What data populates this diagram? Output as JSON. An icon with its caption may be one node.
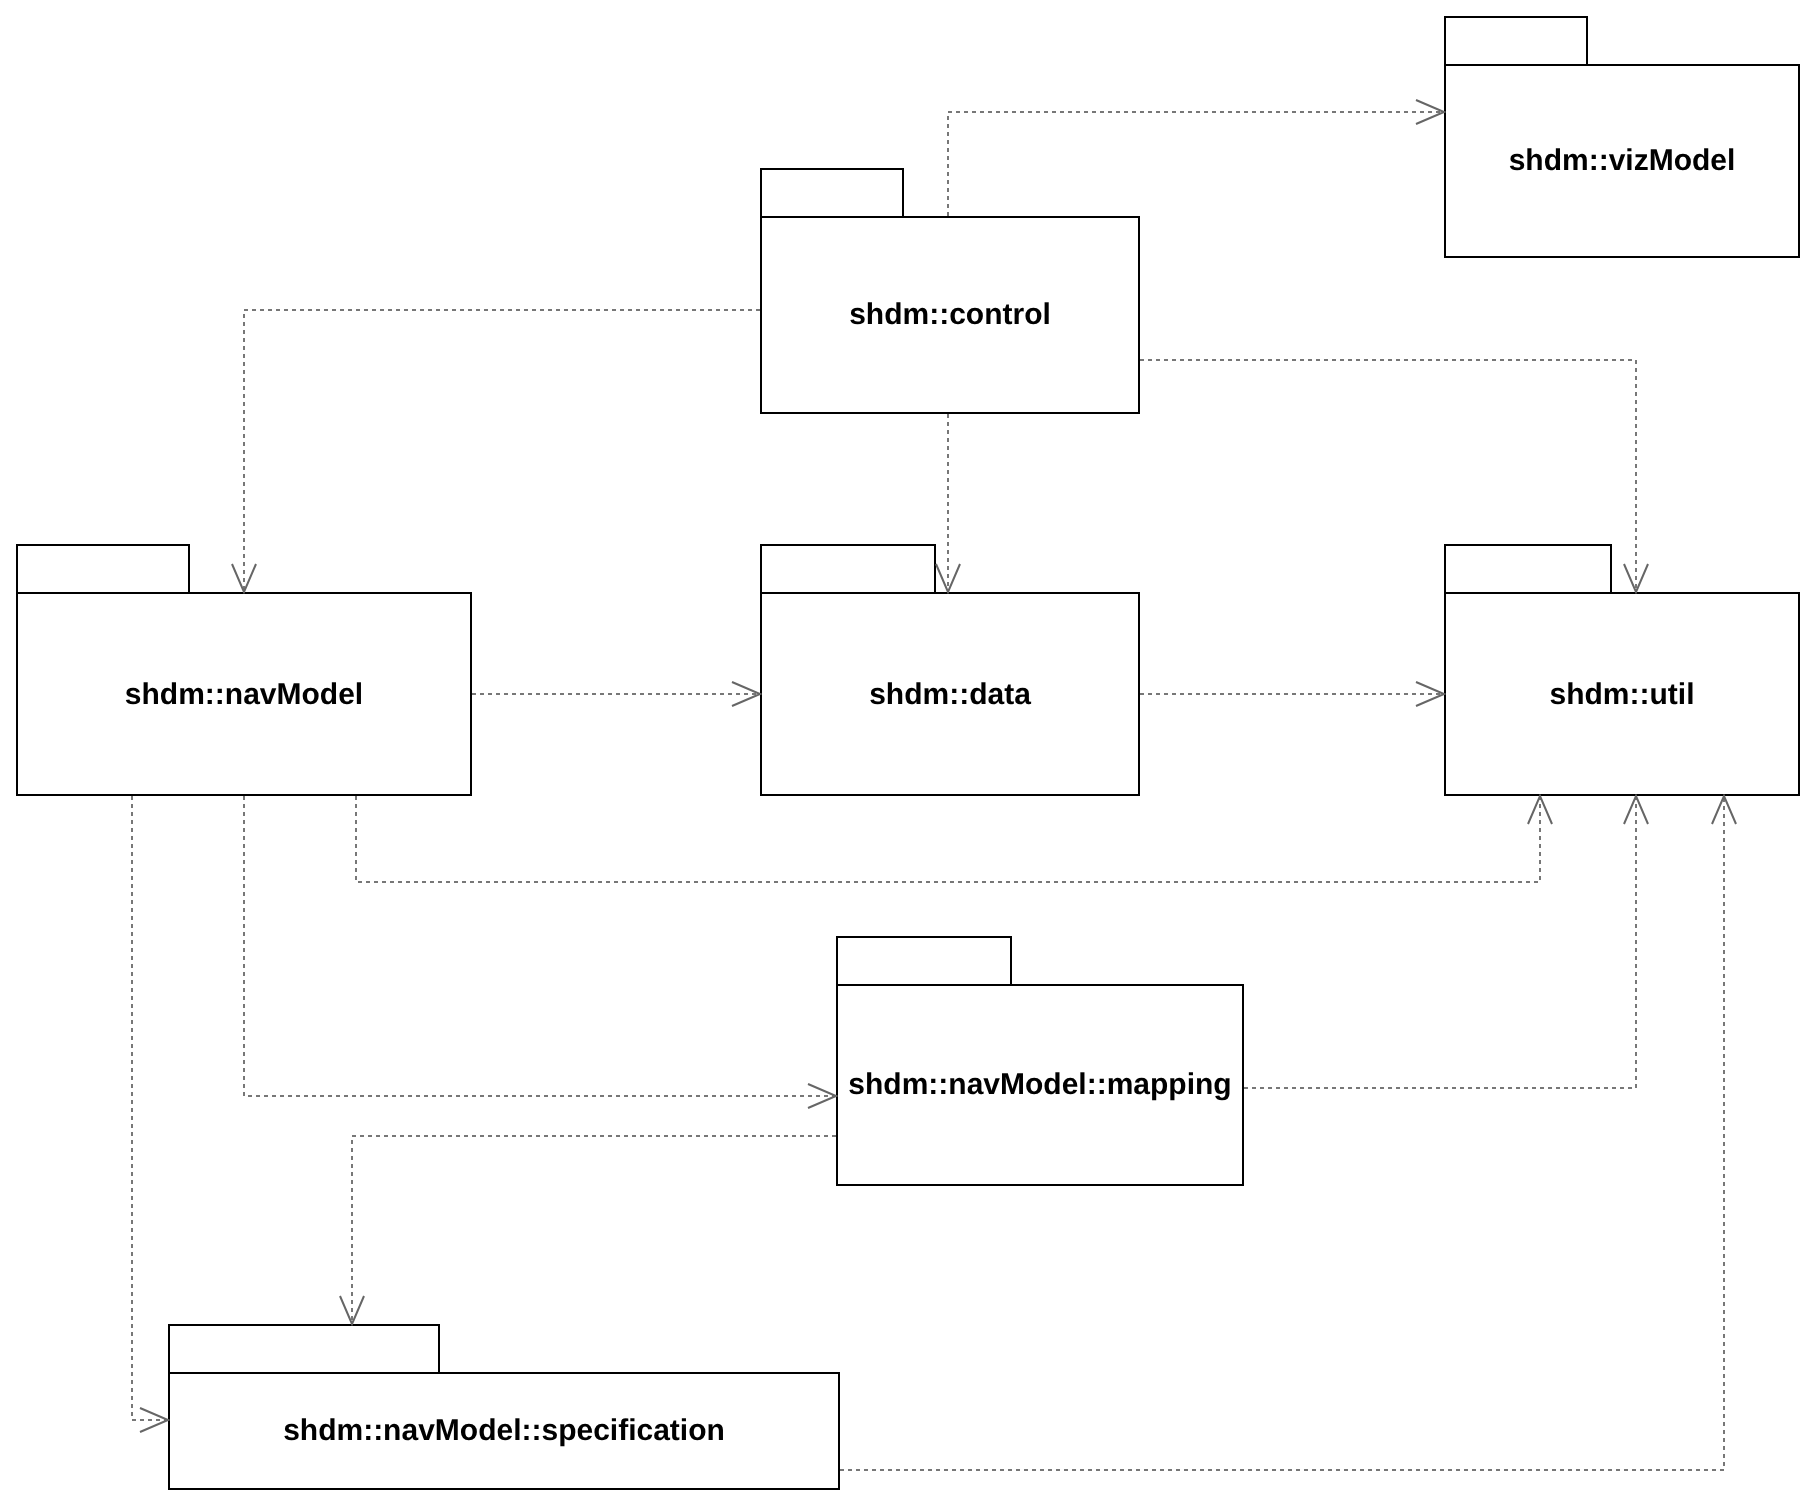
{
  "diagram": {
    "nodes": [
      {
        "text": [
          "shdm::vizModel"
        ]
      },
      {
        "text": [
          "shdm::control"
        ]
      },
      {
        "text": [
          "shdm::navModel"
        ]
      },
      {
        "text": [
          "shdm::data"
        ]
      },
      {
        "text": [
          "shdm::util"
        ]
      },
      {
        "text": [
          "shdm::navModel::mapping"
        ]
      },
      {
        "text": [
          "shdm::navModel::specification"
        ]
      }
    ],
    "edges": [
      {
        "from": 1,
        "to": 0,
        "arrow": "to"
      },
      {
        "from": 1,
        "to": 2,
        "arrow": "to"
      },
      {
        "from": 1,
        "to": 3,
        "arrow": "to"
      },
      {
        "from": 1,
        "to": 4,
        "arrow": "to"
      },
      {
        "from": 2,
        "to": 3,
        "arrow": "to"
      },
      {
        "from": 3,
        "to": 4,
        "arrow": "to"
      },
      {
        "from": 2,
        "to": 4,
        "arrow": "to"
      },
      {
        "from": 2,
        "to": 5,
        "arrow": "to"
      },
      {
        "from": 2,
        "to": 6,
        "arrow": "to"
      },
      {
        "from": 5,
        "to": 4,
        "arrow": "to"
      },
      {
        "from": 5,
        "to": 6,
        "arrow": "to"
      },
      {
        "from": 6,
        "to": 4,
        "arrow": "to"
      }
    ]
  }
}
